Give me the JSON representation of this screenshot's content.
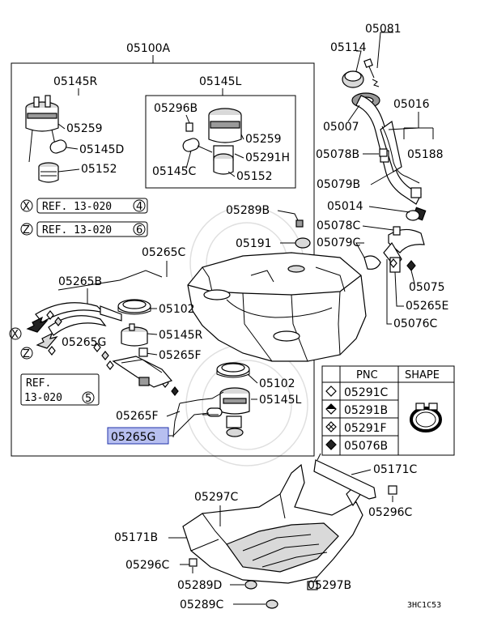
{
  "labels": {
    "top_05081": "05081",
    "top_05114": "05114",
    "top_05007": "05007",
    "top_05016": "05016",
    "top_05188": "05188",
    "top_05078B": "05078B",
    "top_05079B": "05079B",
    "top_05014": "05014",
    "top_05078C": "05078C",
    "top_05079C": "05079C",
    "top_05075": "05075",
    "top_05265E": "05265E",
    "top_05076C": "05076C",
    "box_05100A": "05100A",
    "box_05145R": "05145R",
    "box_05145L": "05145L",
    "r_05259": "05259",
    "r_05145D": "05145D",
    "r_05152": "05152",
    "l_05296B": "05296B",
    "l_05259": "05259",
    "l_05291H": "05291H",
    "l_05145C": "05145C",
    "l_05152": "05152",
    "m_05289B": "05289B",
    "m_05191": "05191",
    "m_05265C": "05265C",
    "m_05265B": "05265B",
    "m_05102a": "05102",
    "m_05265G_1": "05265G",
    "m_05145R": "05145R",
    "m_05265F_1": "05265F",
    "m_05102b": "05102",
    "m_05145L": "05145L",
    "m_05265F_2": "05265F",
    "m_05265G_hl": "05265G",
    "b_05171C": "05171C",
    "b_05297C": "05297C",
    "b_05296C_r": "05296C",
    "b_05171B": "05171B",
    "b_05296C_l": "05296C",
    "b_05289D": "05289D",
    "b_05297B": "05297B",
    "b_05289C": "05289C",
    "code": "3HC1C53"
  },
  "refs": {
    "x_letter": "X",
    "x_text": "REF. 13-020",
    "x_num": "4",
    "z_letter": "Z",
    "z_text": "REF. 13-020",
    "z_num": "6",
    "arrow_x": "X",
    "arrow_z": "Z",
    "ref3_line1": "REF.",
    "ref3_line2": "13-020",
    "ref3_num": "5"
  },
  "table": {
    "header_pnc": "PNC",
    "header_shape": "SHAPE",
    "rows": [
      {
        "pnc": "05291C",
        "symbol": "diamond-outline"
      },
      {
        "pnc": "05291B",
        "symbol": "diamond-half"
      },
      {
        "pnc": "05291F",
        "symbol": "diamond-hatched"
      },
      {
        "pnc": "05076B",
        "symbol": "diamond-filled"
      }
    ]
  },
  "colors": {
    "highlight": "#b7bff0",
    "highlight_border": "#2233aa",
    "line": "#000000"
  }
}
